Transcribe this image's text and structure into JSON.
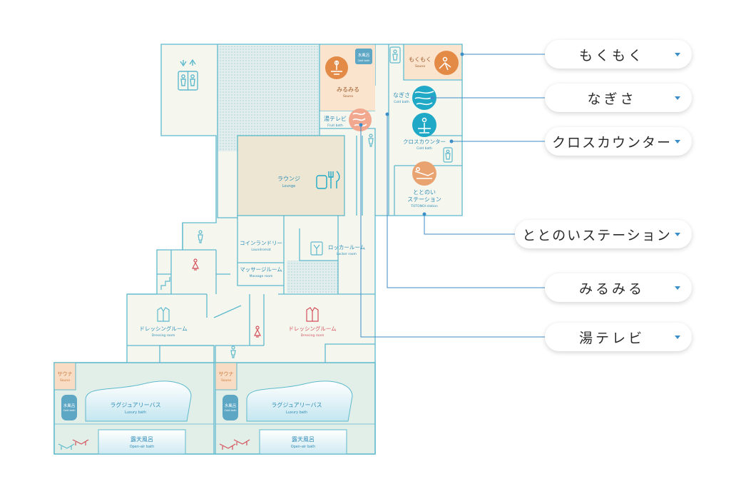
{
  "rooms": {
    "lounge": {
      "ja": "ラウンジ",
      "en": "Lounge"
    },
    "coin_laundry": {
      "ja": "コインランドリー",
      "en": "Laundromat"
    },
    "massage": {
      "ja": "マッサージルーム",
      "en": "Massage room"
    },
    "locker": {
      "ja": "ロッカールーム",
      "en": "Locker room"
    },
    "dressing_left": {
      "ja": "ドレッシングルーム",
      "en": "Dressing room"
    },
    "dressing_right": {
      "ja": "ドレッシングルーム",
      "en": "Dressing room"
    },
    "sauna_left": {
      "ja": "サウナ",
      "en": "Sauna"
    },
    "sauna_right": {
      "ja": "サウナ",
      "en": "Sauna"
    },
    "cold_left": {
      "ja": "水風呂",
      "en": "Cold bath"
    },
    "cold_right": {
      "ja": "水風呂",
      "en": "Cold bath"
    },
    "luxury_left": {
      "ja": "ラグジュアリーバス",
      "en": "Luxury bath"
    },
    "luxury_right": {
      "ja": "ラグジュアリーバス",
      "en": "Luxury bath"
    },
    "openair_left": {
      "ja": "露天風呂",
      "en": "Open-air bath"
    },
    "openair_right": {
      "ja": "露天風呂",
      "en": "Open-air bath"
    },
    "mirumiru": {
      "ja": "みるみる",
      "en": "Sauna"
    },
    "mirumiru_cold": {
      "ja": "水風呂",
      "en": "Cold bath"
    },
    "yuterebi": {
      "ja": "湯テレビ",
      "en": "Fruit bath"
    },
    "mokumoku": {
      "ja": "もくもく",
      "en": "Sauna"
    },
    "nagisa": {
      "ja": "なぎさ",
      "en": "Cold bath"
    },
    "cross_counter": {
      "ja": "クロスカウンター",
      "en": "Cold bath"
    },
    "totonoi": {
      "ja1": "ととのい",
      "ja2": "ステーション",
      "en": "TOTONOI station"
    }
  },
  "callouts": [
    {
      "label": "もくもく"
    },
    {
      "label": "なぎさ"
    },
    {
      "label": "クロスカウンター"
    },
    {
      "label": "ととのいステーション"
    },
    {
      "label": "みるみる"
    },
    {
      "label": "湯テレビ"
    }
  ],
  "colors": {
    "wall": "#5fb9cd",
    "floor": "#f5f7ef",
    "lounge": "#ece6d2",
    "bath_area": "#e1efe8",
    "sauna_orange": "#e8a371",
    "cyan": "#20a9c7",
    "blue_text": "#2e8cb6",
    "red": "#d4505a",
    "leader": "#3c8ec9"
  }
}
